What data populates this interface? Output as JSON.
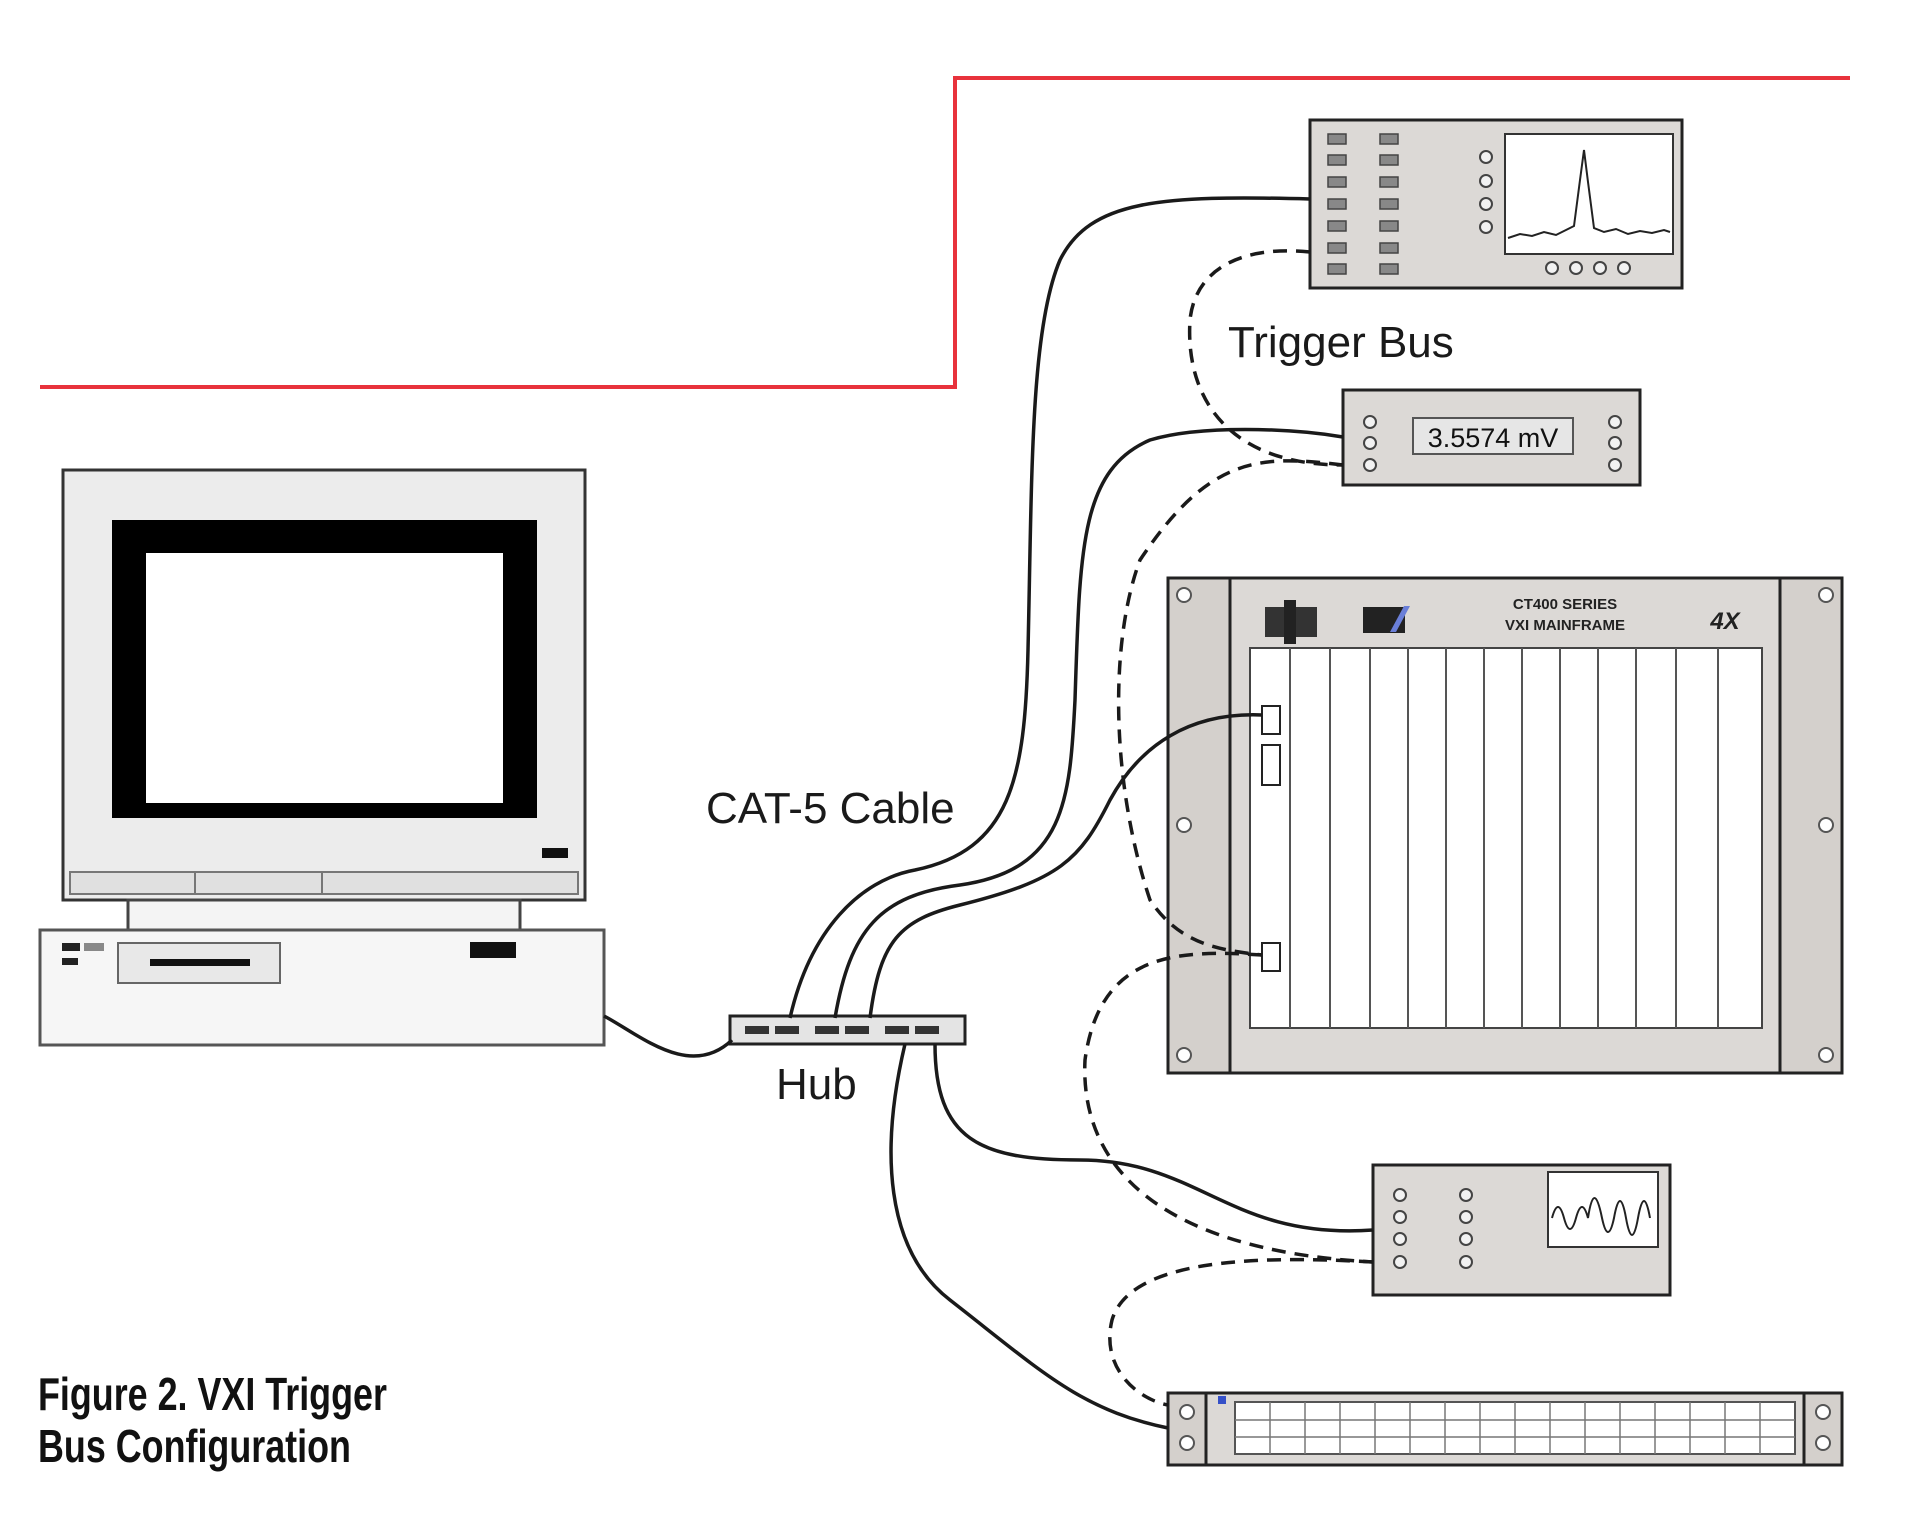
{
  "labels": {
    "trigger_bus": "Trigger Bus",
    "cat5_cable": "CAT-5 Cable",
    "hub": "Hub"
  },
  "voltmeter": {
    "reading": "3.5574 mV"
  },
  "mainframe": {
    "series_line1": "CT400 SERIES",
    "series_line2": "VXI MAINFRAME"
  },
  "caption": {
    "line1": "Figure 2. VXI Trigger",
    "line2": "Bus Configuration"
  },
  "colors": {
    "accent_line": "#e8323c",
    "device_fill": "#dcd9d6",
    "stroke": "#1a1a1a"
  }
}
